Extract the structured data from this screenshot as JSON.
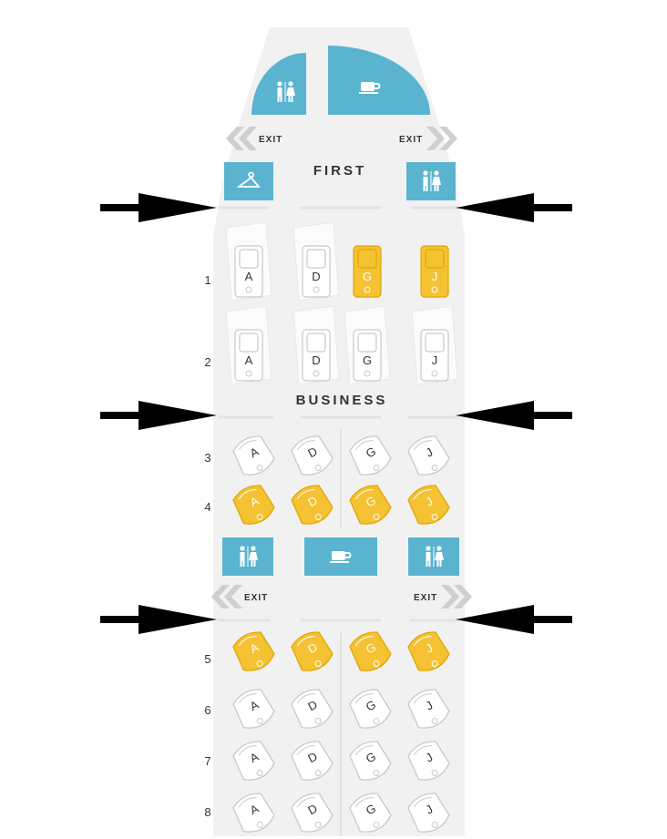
{
  "cabins": {
    "first_label": "FIRST",
    "business_label": "BUSINESS"
  },
  "exits": {
    "front_left": "EXIT",
    "front_right": "EXIT",
    "mid_left": "EXIT",
    "mid_right": "EXIT"
  },
  "colors": {
    "occupied": "#f4c232",
    "facility": "#5ab4cf",
    "fuselage": "#f1f1f1",
    "available_outline": "#c9c9c9"
  },
  "facilities": {
    "front_lavatory_icon": "restroom-icon",
    "front_galley_icon": "coffee-cup-icon",
    "closet_icon": "hanger-icon",
    "first_lavatory_icon": "restroom-icon",
    "mid_lavatory_left_icon": "restroom-icon",
    "mid_galley_icon": "coffee-cup-icon",
    "mid_lavatory_right_icon": "restroom-icon"
  },
  "rows": [
    {
      "number": "1",
      "cabin": "first",
      "seats": [
        {
          "letter": "A",
          "status": "available"
        },
        {
          "letter": "D",
          "status": "available"
        },
        {
          "letter": "G",
          "status": "occupied"
        },
        {
          "letter": "J",
          "status": "occupied"
        }
      ]
    },
    {
      "number": "2",
      "cabin": "first",
      "seats": [
        {
          "letter": "A",
          "status": "available"
        },
        {
          "letter": "D",
          "status": "available"
        },
        {
          "letter": "G",
          "status": "available"
        },
        {
          "letter": "J",
          "status": "available"
        }
      ]
    },
    {
      "number": "3",
      "cabin": "business",
      "seats": [
        {
          "letter": "A",
          "status": "available"
        },
        {
          "letter": "D",
          "status": "available"
        },
        {
          "letter": "G",
          "status": "available"
        },
        {
          "letter": "J",
          "status": "available"
        }
      ]
    },
    {
      "number": "4",
      "cabin": "business",
      "seats": [
        {
          "letter": "A",
          "status": "occupied"
        },
        {
          "letter": "D",
          "status": "occupied"
        },
        {
          "letter": "G",
          "status": "occupied"
        },
        {
          "letter": "J",
          "status": "occupied"
        }
      ]
    },
    {
      "number": "5",
      "cabin": "business",
      "seats": [
        {
          "letter": "A",
          "status": "occupied"
        },
        {
          "letter": "D",
          "status": "occupied"
        },
        {
          "letter": "G",
          "status": "occupied"
        },
        {
          "letter": "J",
          "status": "occupied"
        }
      ]
    },
    {
      "number": "6",
      "cabin": "business",
      "seats": [
        {
          "letter": "A",
          "status": "available"
        },
        {
          "letter": "D",
          "status": "available"
        },
        {
          "letter": "G",
          "status": "available"
        },
        {
          "letter": "J",
          "status": "available"
        }
      ]
    },
    {
      "number": "7",
      "cabin": "business",
      "seats": [
        {
          "letter": "A",
          "status": "available"
        },
        {
          "letter": "D",
          "status": "available"
        },
        {
          "letter": "G",
          "status": "available"
        },
        {
          "letter": "J",
          "status": "available"
        }
      ]
    },
    {
      "number": "8",
      "cabin": "business",
      "seats": [
        {
          "letter": "A",
          "status": "available"
        },
        {
          "letter": "D",
          "status": "available"
        },
        {
          "letter": "G",
          "status": "available"
        },
        {
          "letter": "J",
          "status": "available"
        }
      ]
    }
  ]
}
